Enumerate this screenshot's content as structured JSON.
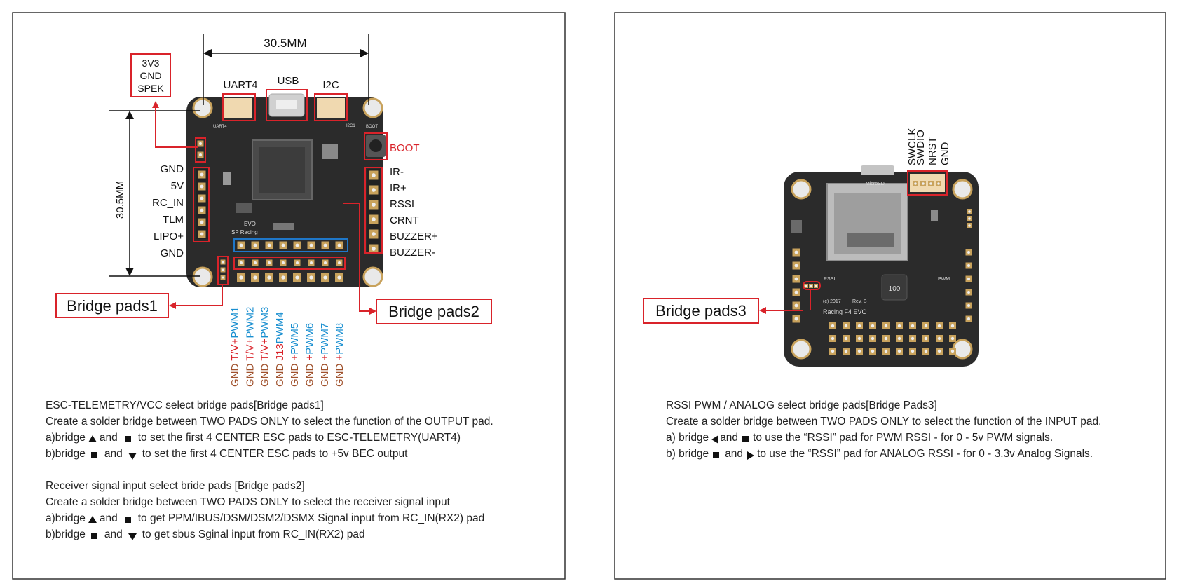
{
  "left_panel": {
    "dimension_width": "30.5MM",
    "dimension_height": "30.5MM",
    "top_connectors": {
      "uart4": "UART4",
      "usb": "USB",
      "i2c": "I2C"
    },
    "side_pads_box": [
      "3V3",
      "GND",
      "SPEK"
    ],
    "boot_label": "BOOT",
    "left_pads": [
      "GND",
      "5V",
      "RC_IN",
      "TLM",
      "LIPO+",
      "GND"
    ],
    "right_pads": [
      "IR-",
      "IR+",
      "RSSI",
      "CRNT",
      "BUZZER+",
      "BUZZER-"
    ],
    "bridge_pads1": "Bridge pads1",
    "bridge_pads2": "Bridge pads2",
    "esc_columns": [
      {
        "gnd": "GND",
        "mid": "T/V+",
        "pwm": "PWM1"
      },
      {
        "gnd": "GND",
        "mid": "T/V+",
        "pwm": "PWM2"
      },
      {
        "gnd": "GND",
        "mid": "T/V+",
        "pwm": "PWM3"
      },
      {
        "gnd": "GND",
        "mid": "J13",
        "pwm": "PWM4"
      },
      {
        "gnd": "GND",
        "mid": "+",
        "pwm": "PWM5"
      },
      {
        "gnd": "GND",
        "mid": "+",
        "pwm": "PWM6"
      },
      {
        "gnd": "GND",
        "mid": "+",
        "pwm": "PWM7"
      },
      {
        "gnd": "GND",
        "mid": "+",
        "pwm": "PWM8"
      }
    ],
    "silk": {
      "board_name": "SP Racing",
      "evo": "EVO",
      "uart4": "UART4",
      "i2c1": "I2C1",
      "boot": "BOOT"
    },
    "desc1": {
      "title": "ESC-TELEMETRY/VCC select bridge pads[Bridge pads1]",
      "line1": "Create a solder bridge between TWO PADS ONLY to select the function of the OUTPUT pad.",
      "a_pre": "a)bridge",
      "a_and": "and",
      "a_post": "to set the first 4 CENTER ESC pads to ESC-TELEMETRY(UART4)",
      "b_pre": "b)bridge",
      "b_and": "and",
      "b_post": "to set the first 4 CENTER ESC pads to +5v BEC output"
    },
    "desc2": {
      "title": "Receiver signal input select bride pads [Bridge pads2]",
      "line1": "Create a solder bridge between TWO PADS ONLY to select the receiver signal input",
      "a_pre": "a)bridge",
      "a_and": "and",
      "a_post": "to get PPM/IBUS/DSM/DSM2/DSMX Signal input from RC_IN(RX2) pad",
      "b_pre": "b)bridge",
      "b_and": "and",
      "b_post": "to get sbus Sginal input from RC_IN(RX2) pad"
    }
  },
  "right_panel": {
    "swd_pins": [
      "SWCLK",
      "SWDIO",
      "NRST",
      "GND"
    ],
    "bridge_pads3": "Bridge pads3",
    "silk": {
      "board_name": "Racing F4 EVO",
      "copyright": "(c) 2017",
      "rev": "Rev. B",
      "microsd": "MicroSD",
      "rssi": "RSSI",
      "pwm": "PWM",
      "inductor": "100"
    },
    "desc3": {
      "title": "RSSI PWM / ANALOG select bridge pads[Bridge Pads3]",
      "line1": "Create a solder bridge between TWO PADS ONLY to select the function of the INPUT pad.",
      "a_pre": "a) bridge",
      "a_and": "and",
      "a_post": "to use the “RSSI” pad for PWM RSSI - for 0 - 5v PWM signals.",
      "b_pre": "b) bridge",
      "b_and": "and",
      "b_post": "to use the “RSSI” pad for ANALOG RSSI - for 0 - 3.3v Analog Signals."
    }
  },
  "colors": {
    "annotation_red": "#d9232a",
    "pwm_blue": "#1a8fd0",
    "gnd_brown": "#a0522d",
    "board": "#2b2b2b",
    "pad_gold": "#c8a25c",
    "blue_box": "#1f77c8"
  }
}
